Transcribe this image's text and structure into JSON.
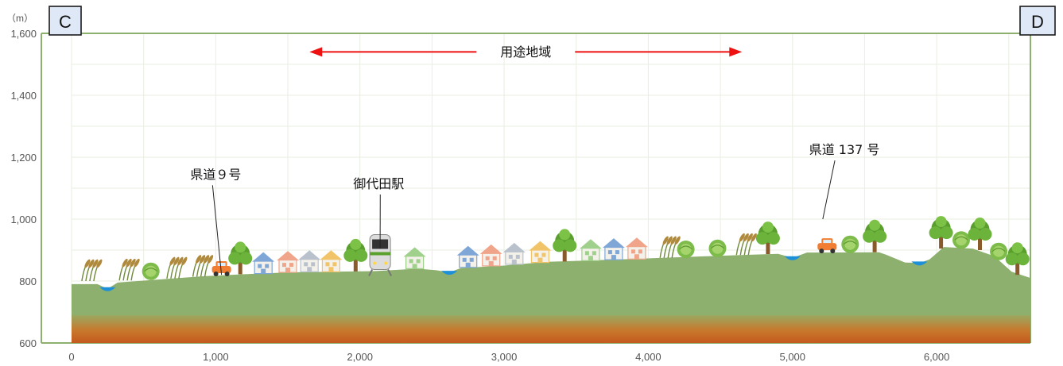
{
  "chart_data": {
    "type": "area",
    "unit": "（m）",
    "x_ticks": [
      "0",
      "1,000",
      "2,000",
      "3,000",
      "4,000",
      "5,000",
      "6,000"
    ],
    "y_ticks": [
      "600",
      "800",
      "1,000",
      "1,200",
      "1,400",
      "1,600"
    ],
    "xlim": [
      0,
      6650
    ],
    "ylim": [
      600,
      1600
    ],
    "grid": true,
    "profile": {
      "x": [
        0,
        180,
        250,
        320,
        600,
        900,
        1200,
        1500,
        1800,
        2100,
        2400,
        2530,
        2620,
        2700,
        3000,
        3300,
        3500,
        3800,
        4100,
        4400,
        4700,
        4900,
        5000,
        5100,
        5600,
        5650,
        5780,
        5880,
        5950,
        6050,
        6250,
        6400,
        6520,
        6650
      ],
      "y": [
        790,
        790,
        775,
        795,
        805,
        815,
        822,
        828,
        830,
        832,
        840,
        835,
        828,
        842,
        850,
        862,
        865,
        870,
        875,
        880,
        885,
        888,
        875,
        892,
        893,
        885,
        860,
        858,
        870,
        910,
        905,
        880,
        830,
        810
      ]
    },
    "water": [
      {
        "x": 250,
        "y": 775
      },
      {
        "x": 2620,
        "y": 828
      },
      {
        "x": 5000,
        "y": 875
      },
      {
        "x": 5880,
        "y": 858
      }
    ],
    "icons": [
      {
        "icon": "rice-plant-icon",
        "x": 110,
        "y": 800
      },
      {
        "icon": "rice-plant-icon",
        "x": 370,
        "y": 802
      },
      {
        "icon": "cabbage-icon",
        "x": 550,
        "y": 806
      },
      {
        "icon": "rice-plant-icon",
        "x": 700,
        "y": 808
      },
      {
        "icon": "rice-plant-icon",
        "x": 880,
        "y": 814
      },
      {
        "icon": "car-icon",
        "x": 1040,
        "y": 818
      },
      {
        "icon": "tree-icon",
        "x": 1170,
        "y": 822
      },
      {
        "icon": "house-icon",
        "x": 1330,
        "y": 824
      },
      {
        "icon": "house-icon",
        "x": 1500,
        "y": 828
      },
      {
        "icon": "house-icon",
        "x": 1650,
        "y": 830
      },
      {
        "icon": "house-icon",
        "x": 1800,
        "y": 830
      },
      {
        "icon": "tree-icon",
        "x": 1970,
        "y": 831
      },
      {
        "icon": "train-icon",
        "x": 2140,
        "y": 832
      },
      {
        "icon": "house-icon",
        "x": 2380,
        "y": 840
      },
      {
        "icon": "house-icon",
        "x": 2750,
        "y": 844
      },
      {
        "icon": "house-icon",
        "x": 2910,
        "y": 849
      },
      {
        "icon": "house-icon",
        "x": 3070,
        "y": 854
      },
      {
        "icon": "house-icon",
        "x": 3250,
        "y": 860
      },
      {
        "icon": "tree-icon",
        "x": 3420,
        "y": 863
      },
      {
        "icon": "house-icon",
        "x": 3600,
        "y": 866
      },
      {
        "icon": "house-icon",
        "x": 3760,
        "y": 869
      },
      {
        "icon": "house-icon",
        "x": 3920,
        "y": 871
      },
      {
        "icon": "rice-plant-icon",
        "x": 4120,
        "y": 875
      },
      {
        "icon": "cabbage-icon",
        "x": 4260,
        "y": 877
      },
      {
        "icon": "cabbage-icon",
        "x": 4480,
        "y": 880
      },
      {
        "icon": "rice-plant-icon",
        "x": 4650,
        "y": 884
      },
      {
        "icon": "tree-icon",
        "x": 4830,
        "y": 887
      },
      {
        "icon": "car-icon",
        "x": 5240,
        "y": 892
      },
      {
        "icon": "cabbage-icon",
        "x": 5400,
        "y": 893
      },
      {
        "icon": "tree-icon",
        "x": 5570,
        "y": 893
      },
      {
        "icon": "tree-icon",
        "x": 6030,
        "y": 905
      },
      {
        "icon": "cabbage-icon",
        "x": 6170,
        "y": 907
      },
      {
        "icon": "tree-icon",
        "x": 6300,
        "y": 900
      },
      {
        "icon": "cabbage-icon",
        "x": 6430,
        "y": 870
      },
      {
        "icon": "tree-icon",
        "x": 6560,
        "y": 820
      }
    ],
    "colors": {
      "ground": "#8db06e",
      "soil_top": "#9aa861",
      "soil_bottom": "#c45a1e",
      "water": "#1e90d8",
      "axis": "#8db06e",
      "grid": "#e8efe2",
      "zone_arrow": "#ee1111"
    }
  },
  "zone": {
    "label": "用途地域",
    "x_start": 1650,
    "x_end": 4650,
    "y": 1540
  },
  "annotations": [
    {
      "text": "県道９号",
      "label_x": 1000,
      "label_y": 1130,
      "point_x": 1040,
      "point_y": 820
    },
    {
      "text": "御代田駅",
      "label_x": 2130,
      "label_y": 1100,
      "point_x": 2140,
      "point_y": 905
    },
    {
      "text": "県道 137 号",
      "label_x": 5360,
      "label_y": 1210,
      "point_x": 5210,
      "point_y": 1000
    }
  ],
  "markers": {
    "left": "C",
    "right": "D"
  }
}
